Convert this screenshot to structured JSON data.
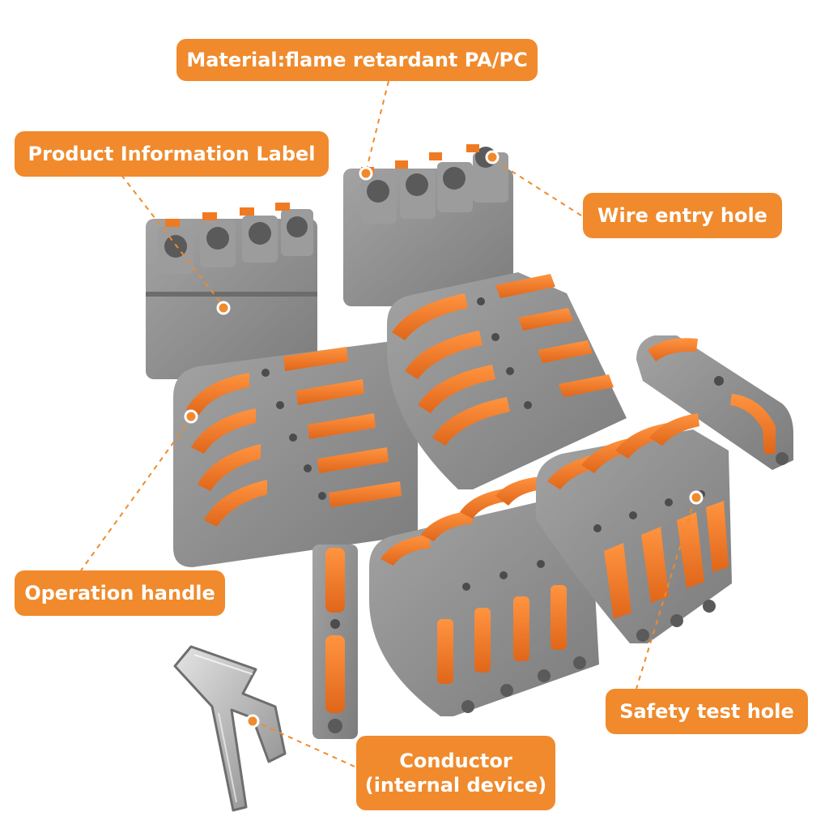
{
  "colors": {
    "accent": "#f08a2c",
    "body_gray": "#8e8e8e",
    "lever_orange": "#f07a22",
    "text_white": "#ffffff"
  },
  "callouts": {
    "material": "Material:flame retardant PA/PC",
    "product_label": "Product Information Label",
    "wire_entry": "Wire entry hole",
    "operation_handle": "Operation handle",
    "safety_test": "Safety test hole",
    "conductor_line1": "Conductor",
    "conductor_line2": "(internal device)"
  },
  "figure": {
    "subject": "lever-nut wire connectors and internal conductor clip",
    "icon_names": [
      "connector-block-icon",
      "conductor-clip-icon",
      "callout-dot-icon"
    ]
  }
}
